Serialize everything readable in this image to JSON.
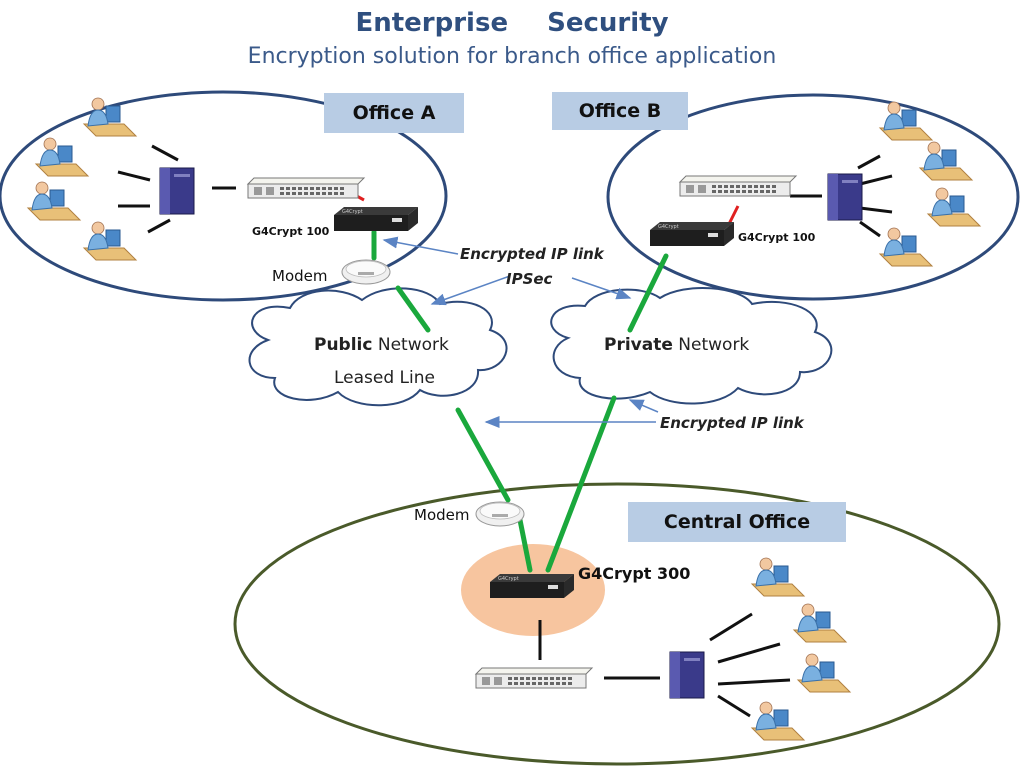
{
  "title": {
    "main": "Enterprise Security",
    "subtitle": "Encryption solution for branch office application"
  },
  "offices": {
    "office_a": "Office  A",
    "office_b": "Office B",
    "central": "Central Office"
  },
  "devices": {
    "g4crypt_a": "G4Crypt 100",
    "g4crypt_b": "G4Crypt 100",
    "g4crypt_central": "G4Crypt 300",
    "modem_a": "Modem",
    "modem_central": "Modem"
  },
  "networks": {
    "public_bold": "Public",
    "public_rest": " Network",
    "public_line2": "Leased Line",
    "private_bold": "Private",
    "private_rest": " Network"
  },
  "links": {
    "encrypted_ipsec_line1": "Encrypted IP link",
    "encrypted_ipsec_line2": "IPSec",
    "encrypted_lower": "Encrypted  IP link"
  },
  "colors": {
    "circle_a": "#2e4a7a",
    "circle_central": "#4a5a2a",
    "link_green": "#1aa83c",
    "link_red": "#e02020",
    "arrow_blue": "#5b84c4",
    "highlight": "#f7c59f"
  }
}
